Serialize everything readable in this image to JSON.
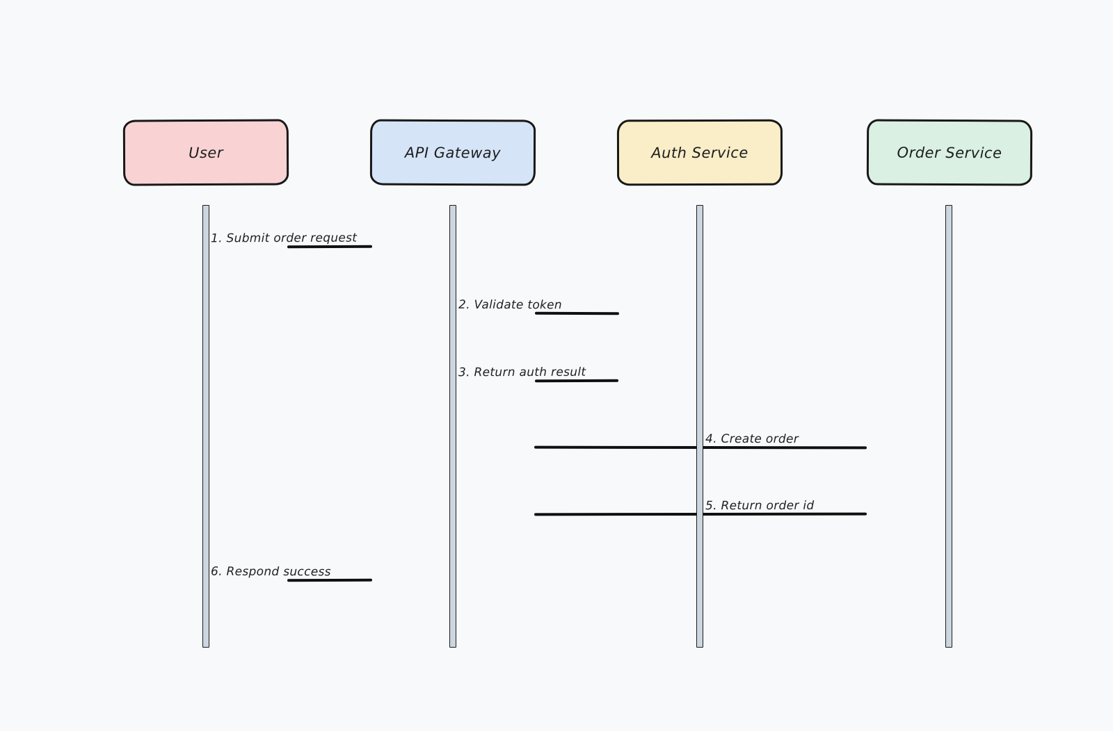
{
  "canvas": {
    "background_color": "#f8f9fa"
  },
  "diagram": {
    "type": "sequence-diagram",
    "stroke_color": "#181818",
    "lifeline_fill_color": "#ccd6e1",
    "message_line_color": "#101010",
    "actors": [
      {
        "label": "User",
        "fill_color": "#f9d3d3"
      },
      {
        "label": "API Gateway",
        "fill_color": "#d6e4f8"
      },
      {
        "label": "Auth Service",
        "fill_color": "#faeec8"
      },
      {
        "label": "Order Service",
        "fill_color": "#d9f0e3"
      }
    ],
    "messages": [
      {
        "label": "1. Submit order request"
      },
      {
        "label": "2. Validate token"
      },
      {
        "label": "3. Return auth result"
      },
      {
        "label": "4. Create order"
      },
      {
        "label": "5. Return order id"
      },
      {
        "label": "6. Respond success"
      }
    ]
  }
}
